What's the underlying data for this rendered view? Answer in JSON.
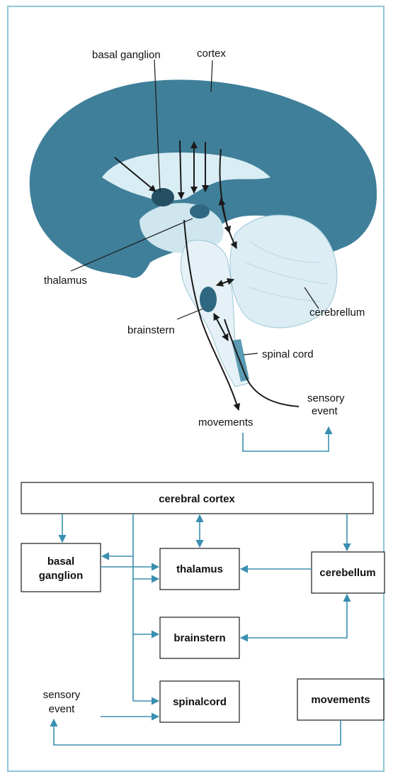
{
  "colors": {
    "brain_dark": "#3f7f99",
    "brain_light": "#d9edf4",
    "flow_arrow": "#3a8fb0",
    "frame": "#8fc6d8",
    "box_border": "#1a1a1a"
  },
  "illustration": {
    "labels": {
      "basal_ganglion": "basal ganglion",
      "cortex": "cortex",
      "thalamus": "thalamus",
      "brainstern": "brainstern",
      "cerebrellum": "cerebrellum",
      "spinal_cord": "spinal cord",
      "movements": "movements",
      "sensory_event_line1": "sensory",
      "sensory_event_line2": "event"
    }
  },
  "flowchart": {
    "cerebral_cortex": "cerebral cortex",
    "basal_ganglion_line1": "basal",
    "basal_ganglion_line2": "ganglion",
    "thalamus": "thalamus",
    "cerebellum": "cerebellum",
    "brainstern": "brainstern",
    "spinalcord": "spinalcord",
    "movements": "movements",
    "sensory_event_line1": "sensory",
    "sensory_event_line2": "event"
  }
}
